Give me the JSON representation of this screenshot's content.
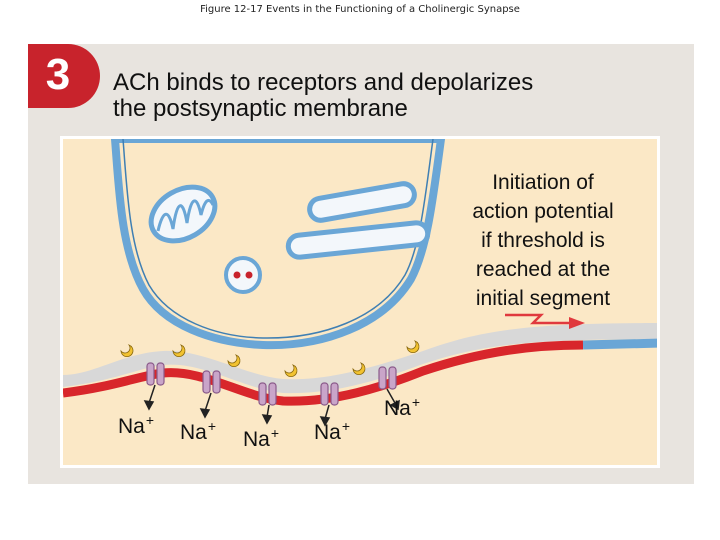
{
  "figure_caption": "Figure 12-17 Events in the Functioning of a Cholinergic Synapse",
  "step": {
    "number": "3",
    "heading_line1": "ACh binds to receptors and depolarizes",
    "heading_line2": "the postsynaptic membrane"
  },
  "callout": {
    "line1": "Initiation of",
    "line2": "action potential",
    "line3": "if threshold is",
    "line4": "reached at the",
    "line5": "initial segment"
  },
  "ions": [
    {
      "symbol": "Na",
      "charge": "+"
    },
    {
      "symbol": "Na",
      "charge": "+"
    },
    {
      "symbol": "Na",
      "charge": "+"
    },
    {
      "symbol": "Na",
      "charge": "+"
    },
    {
      "symbol": "Na",
      "charge": "+"
    }
  ],
  "colors": {
    "step_badge": "#c8232c",
    "panel_background": "#e8e4df",
    "cytoplasm": "#fbe8c6",
    "synaptic_cleft": "#d8d8d8",
    "presynaptic_membrane": "#6aa6d6",
    "postsynaptic_membrane": "#d8262b",
    "receptor": "#c9a5c9",
    "acetylcholine": "#f2c230",
    "action_potential_arrow": "#e0393e"
  }
}
